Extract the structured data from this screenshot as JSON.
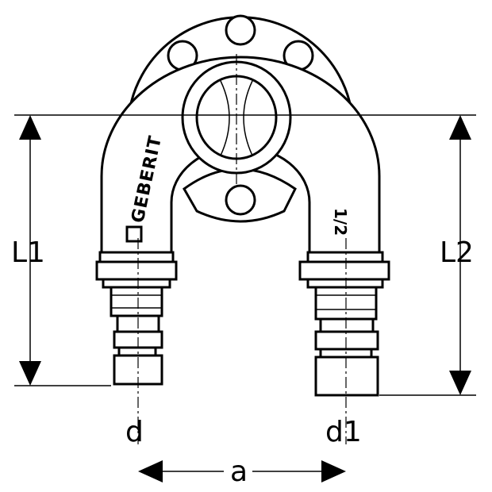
{
  "labels": {
    "L1": "L1",
    "L2": "L2",
    "d": "d",
    "d1": "d1",
    "a": "a"
  },
  "brand": "GEBERIT",
  "size_mark": "1/2",
  "colors": {
    "line": "#000000",
    "background": "#ffffff"
  }
}
